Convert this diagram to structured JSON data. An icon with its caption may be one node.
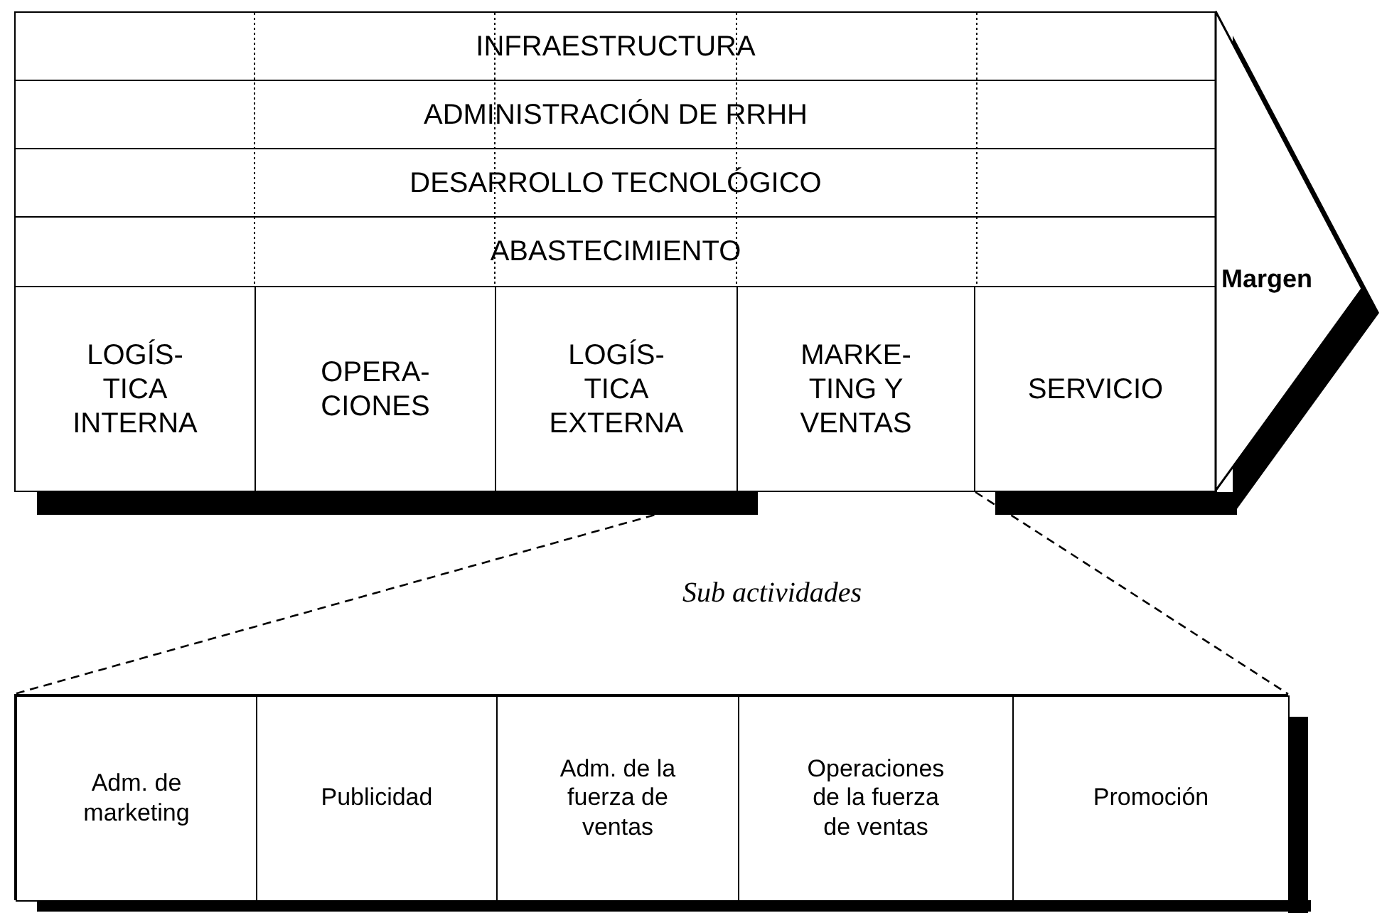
{
  "diagram": {
    "nodes": [
      {
        "text": [
          "INFRAESTRUCTURA"
        ]
      },
      {
        "text": [
          "ADMINISTRACIÓN DE RRHH"
        ]
      },
      {
        "text": [
          "DESARROLLO TECNOLÓGICO"
        ]
      },
      {
        "text": [
          "ABASTECIMIENTO"
        ]
      },
      {
        "text": [
          "LOGÍS- TICA INTERNA"
        ]
      },
      {
        "text": [
          "OPERA- CIONES"
        ]
      },
      {
        "text": [
          "LOGÍS- TICA EXTERNA"
        ]
      },
      {
        "text": [
          "MARKE- TING Y VENTAS"
        ]
      },
      {
        "text": [
          "SERVICIO"
        ]
      },
      {
        "text": [
          "Margen"
        ]
      },
      {
        "text": [],
        "shape": "box"
      },
      {
        "text": [
          "Adm. de marketing"
        ],
        "in": 10
      },
      {
        "text": [
          "Publicidad"
        ],
        "in": 10
      },
      {
        "text": [
          "Adm. de la fuerza de ventas"
        ],
        "in": 10
      },
      {
        "text": [
          "Operaciones de la fuerza de ventas"
        ],
        "in": 10
      },
      {
        "text": [
          "Promoción"
        ],
        "in": 10
      }
    ],
    "edges": [
      {
        "from": 7,
        "to": 10,
        "arrow": "none",
        "style": "dashed"
      },
      {
        "from": 7,
        "to": 10,
        "arrow": "none",
        "style": "dashed"
      }
    ],
    "labels": [
      "Sub actividades"
    ]
  }
}
